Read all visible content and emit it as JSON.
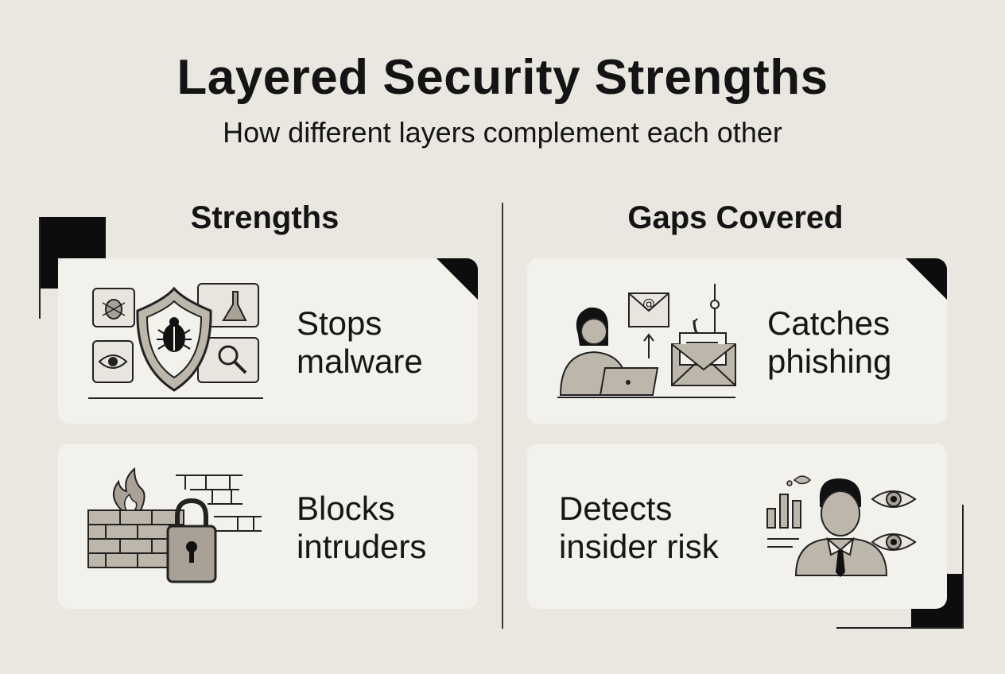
{
  "header": {
    "title": "Layered Security Strengths",
    "subtitle": "How different layers complement each other"
  },
  "columns": {
    "left": {
      "heading": "Strengths"
    },
    "right": {
      "heading": "Gaps Covered"
    }
  },
  "cards": {
    "malware": {
      "line1": "Stops",
      "line2": "malware"
    },
    "intruders": {
      "line1": "Blocks",
      "line2": "intruders"
    },
    "phishing": {
      "line1": "Catches",
      "line2": "phishing"
    },
    "insider": {
      "line1": "Detects",
      "line2": "insider risk"
    }
  },
  "icons": {
    "malware": "shield-bug-icon",
    "intruders": "firewall-lock-icon",
    "phishing": "phishing-email-icon",
    "insider": "insider-monitor-icon",
    "email_at_symbol": "@"
  },
  "colors": {
    "background": "#e9e7e0",
    "card": "#f2f1ec",
    "ink": "#141414",
    "accent_fill": "#a9a196"
  }
}
